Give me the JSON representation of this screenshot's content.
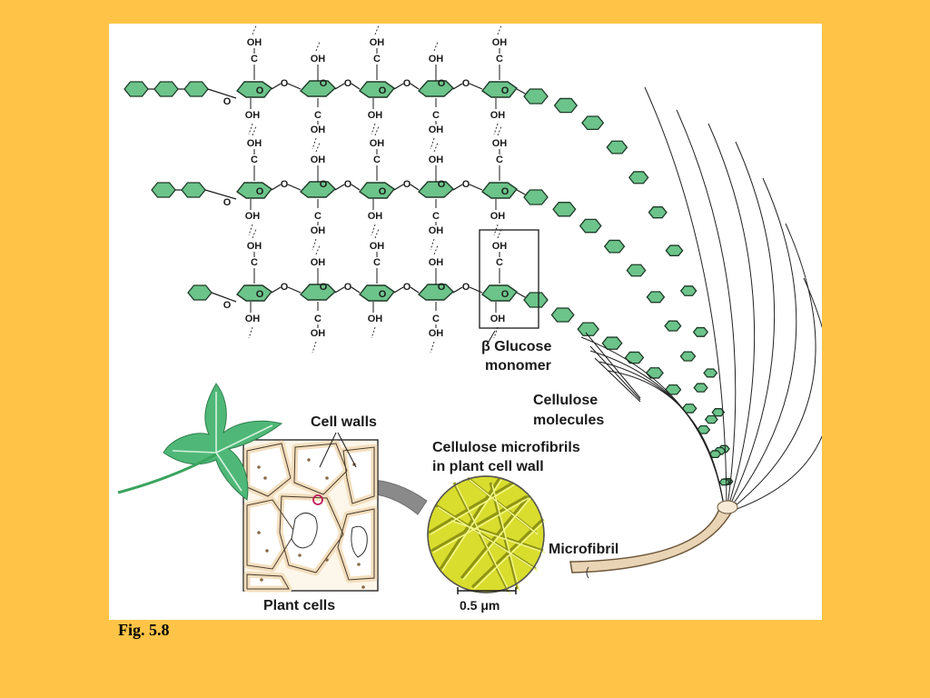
{
  "labels": {
    "beta_glucose": "β Glucose",
    "monomer": "monomer",
    "cellulose": "Cellulose",
    "molecules": "molecules",
    "cell_walls": "Cell walls",
    "microfibrils_line1": "Cellulose microfibrils",
    "microfibrils_line2": "in plant cell wall",
    "microfibril": "Microfibril",
    "plant_cells": "Plant cells",
    "scale_bar": "0.5 μm"
  },
  "atoms": {
    "oh": "OH",
    "c": "C",
    "o": "O"
  },
  "caption": "Fig. 5.8",
  "colors": {
    "background": "#FFC447",
    "panel": "#FFFFFF",
    "glucose_ring": "#6CC48A",
    "ring_outline": "#1E3A28",
    "leaf": "#4FB878",
    "cell_wall": "#F3DFBF",
    "micrograph": "#D9DD2E",
    "fibril": "#E9D4B5",
    "arrow": "#8A8A8A"
  },
  "icons": {
    "leaf": "leaf-icon",
    "arrow": "gray-arrow"
  }
}
